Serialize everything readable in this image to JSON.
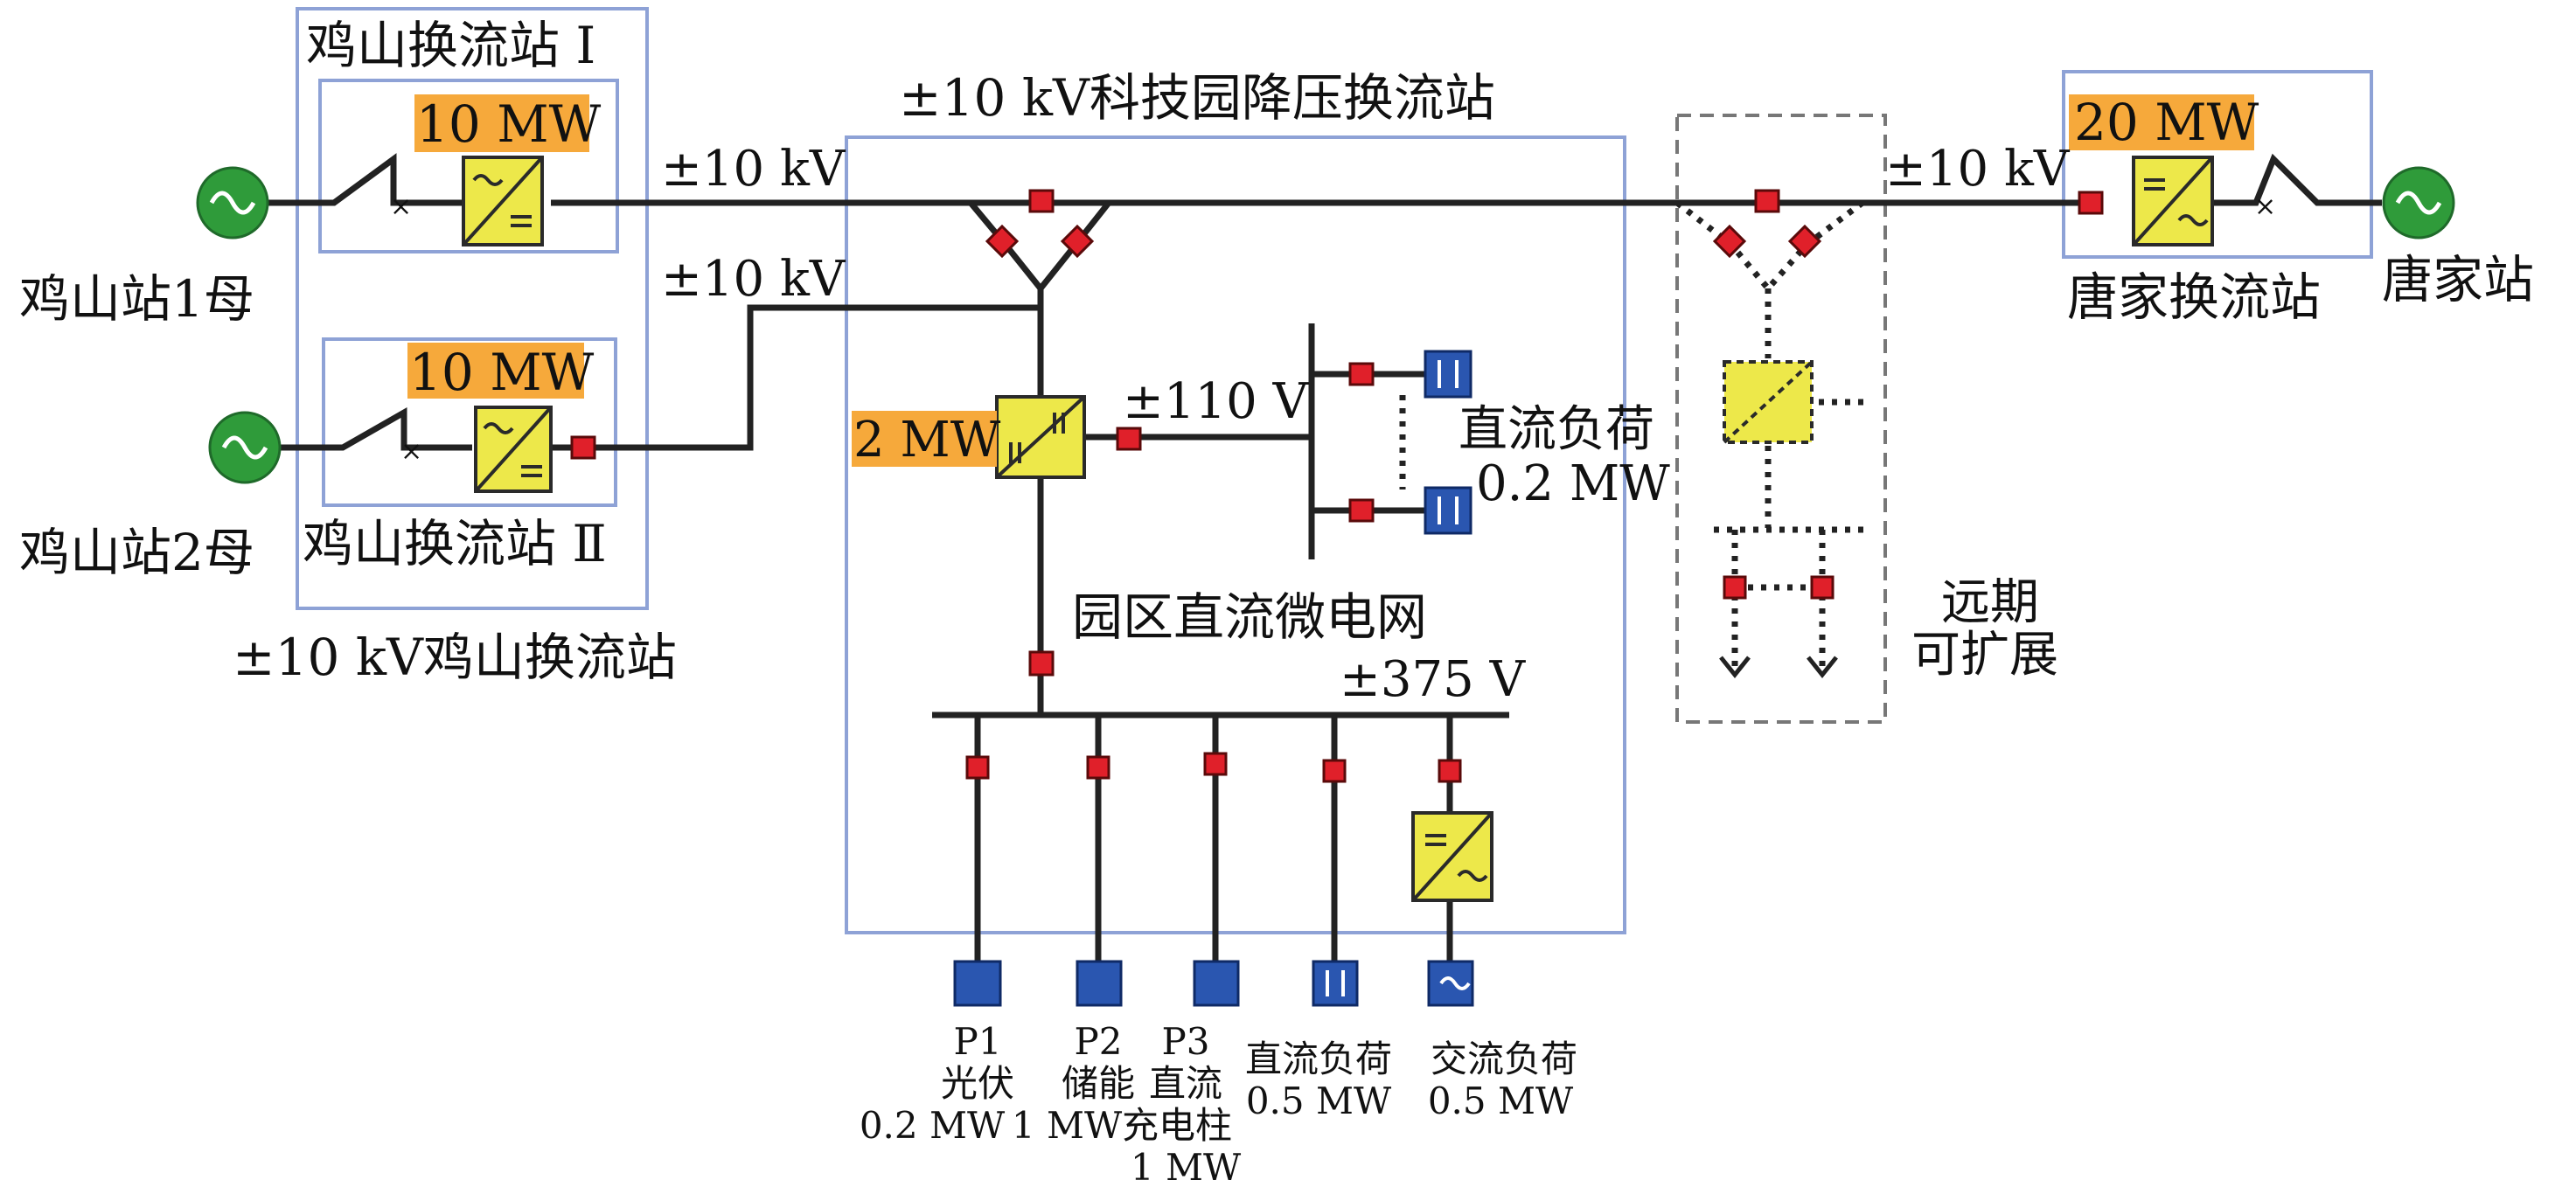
{
  "stations": {
    "jishan_1": "鸡山换流站 Ⅰ",
    "jishan_2": "鸡山换流站 Ⅱ",
    "jishan_group": "±10 kV鸡山换流站",
    "keji": "±10 kV科技园降压换流站",
    "tangjia_conv": "唐家换流站"
  },
  "sources": {
    "jishan_bus1": "鸡山站1母",
    "jishan_bus2": "鸡山站2母",
    "tangjia": "唐家站"
  },
  "ratings": {
    "jishan_1": "10 MW",
    "jishan_2": "10 MW",
    "tangjia": "20 MW",
    "keji_converter": "2 MW"
  },
  "voltages": {
    "line1": "±10 kV",
    "line2": "±10 kV",
    "right_line": "±10 kV",
    "v110": "±110 V",
    "v375": "±375 V"
  },
  "labels": {
    "dc_load_110": "直流负荷",
    "dc_load_110_value": "0.2 MW",
    "microgrid": "园区直流微电网",
    "future_line1": "远期",
    "future_line2": "可扩展"
  },
  "feeders": [
    {
      "lines": [
        "P1",
        "光伏",
        "0.2 MW"
      ]
    },
    {
      "lines": [
        "P2",
        "储能",
        "1 MW"
      ]
    },
    {
      "lines": [
        "P3",
        "直流",
        "充电柱",
        "1 MW"
      ]
    },
    {
      "lines": [
        "直流负荷",
        "0.5 MW"
      ]
    },
    {
      "lines": [
        "交流负荷",
        "0.5 MW"
      ]
    }
  ],
  "colors": {
    "highlight": "#f6a93b",
    "converter": "#ede84a",
    "breaker": "#e0202a",
    "box": "#8ea2d6",
    "generator": "#2f9b3a",
    "load": "#2a56b0"
  }
}
